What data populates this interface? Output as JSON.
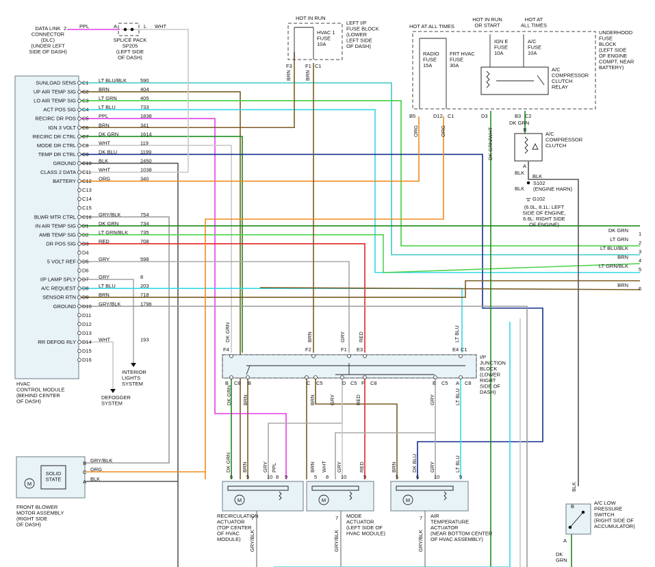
{
  "colors": {
    "lt_blu_blk": "#3ec7c7",
    "brn": "#7a5a22",
    "lt_grn": "#3fcf3f",
    "lt_blu": "#35d6e8",
    "ppl": "#e43ce6",
    "dk_grn": "#1a8a1a",
    "wht": "#c8c8c8",
    "dk_blu": "#112d8a",
    "blk": "#555555",
    "org": "#f08a1c",
    "gry": "#a8a8a8",
    "gry_blk": "#9a9a9a",
    "red": "#e22222",
    "lt_grn_blk": "#4ed24e"
  },
  "top": {
    "dlc": [
      "DATA LINK",
      "CONNECTOR",
      "(DLC)",
      "(UNDER LEFT",
      "SIDE OF DASH)"
    ],
    "dlc_pin": "2",
    "dlc_wire": "PPL",
    "splice_pack": [
      "SPLICE PACK",
      "SP205",
      "(LEFT SIDE",
      "OF DASH)"
    ],
    "splice_a": "A",
    "splice_l": "L",
    "splice_wire": "WHT",
    "hot_in_run": "HOT IN RUN",
    "hvac_fuse": [
      "HVAC 1",
      "FUSE",
      "10A"
    ],
    "left_ip_fuse": [
      "LEFT I/P",
      "FUSE BLOCK",
      "(LOWER",
      "LEFT SIDE",
      "OF DASH)"
    ],
    "f3": "F3",
    "f1": "F1",
    "c1": "C1",
    "hot_all_times": "HOT AT ALL TIMES",
    "hot_run_start": [
      "HOT IN RUN",
      "OR START"
    ],
    "hot_at_all": [
      "HOT AT",
      "ALL TIMES"
    ],
    "radio_fuse": [
      "RADIO",
      "FUSE",
      "15A"
    ],
    "frt_hvac_fuse": [
      "FRT HVAC",
      "FUSE",
      "30A"
    ],
    "ign_e_fuse": [
      "IGN E",
      "FUSE",
      "10A"
    ],
    "ac_fuse": [
      "A/C",
      "FUSE",
      "10A"
    ],
    "underhood": [
      "UNDERHOOD",
      "FUSE",
      "BLOCK",
      "(LEFT SIDE",
      "OF ENGINE",
      "COMPT, NEAR",
      "BATTERY)"
    ],
    "ac_relay": [
      "A/C",
      "COMPRESSOR",
      "CLUTCH",
      "RELAY"
    ],
    "b5": "B5",
    "d12": "D12",
    "d3": "D3",
    "b3": "B3",
    "ac_clutch": [
      "A/C",
      "COMPRESSOR",
      "CLUTCH"
    ],
    "dk_grn_wht": "DK GRN/WHT",
    "dk_grn": "DK GRN",
    "org": "ORG",
    "brn": "BRN",
    "b": "B",
    "a": "A",
    "blk": "BLK",
    "s102": [
      "S102",
      "(ENGINE HARN)"
    ],
    "g102": "G102",
    "g102_note": [
      "(6.0L, 8.1L: LEFT",
      "SIDE OF ENGINE,",
      "6.6L: RIGHT SIDE",
      "OF ENGINE)"
    ]
  },
  "module": {
    "title": [
      "HVAC",
      "CONTROL MODULE",
      "(BEHIND CENTER",
      "OF DASH)"
    ],
    "rows": [
      {
        "label": "SUNLOAD SENS",
        "pin": "C1",
        "wire": "LT BLU/BLK",
        "circuit": "590"
      },
      {
        "label": "UP AIR TEMP SIG",
        "pin": "C2",
        "wire": "BRN",
        "circuit": "404"
      },
      {
        "label": "LO AIR TEMP SIG",
        "pin": "C3",
        "wire": "LT GRN",
        "circuit": "405"
      },
      {
        "label": "ACT POS SIG",
        "pin": "C4",
        "wire": "LT BLU",
        "circuit": "733"
      },
      {
        "label": "RECIRC DR POS",
        "pin": "C5",
        "wire": "PPL",
        "circuit": "1838"
      },
      {
        "label": "IGN 3 VOLT",
        "pin": "C6",
        "wire": "BRN",
        "circuit": "341"
      },
      {
        "label": "RECIRC DR CTRL",
        "pin": "C7",
        "wire": "DK GRN",
        "circuit": "1614"
      },
      {
        "label": "MODE DR CTRL",
        "pin": "C8",
        "wire": "WHT",
        "circuit": "119"
      },
      {
        "label": "TEMP DR CTRL",
        "pin": "C9",
        "wire": "DK BLU",
        "circuit": "1199"
      },
      {
        "label": "GROUND",
        "pin": "C10",
        "wire": "BLK",
        "circuit": "2450"
      },
      {
        "label": "CLASS 2 DATA",
        "pin": "C11",
        "wire": "WHT",
        "circuit": "1038"
      },
      {
        "label": "BATTERY",
        "pin": "C12",
        "wire": "ORG",
        "circuit": "340"
      },
      {
        "label": "",
        "pin": "C13",
        "wire": "",
        "circuit": ""
      },
      {
        "label": "",
        "pin": "C14",
        "wire": "",
        "circuit": ""
      },
      {
        "label": "",
        "pin": "C15",
        "wire": "",
        "circuit": ""
      },
      {
        "label": "BLWR MTR CTRL",
        "pin": "C16",
        "wire": "GRY/BLK",
        "circuit": "754"
      },
      {
        "label": "IN AIR TEMP SIG",
        "pin": "D1",
        "wire": "DK GRN",
        "circuit": "734"
      },
      {
        "label": "AMB TEMP SIG",
        "pin": "D2",
        "wire": "LT GRN/BLK",
        "circuit": "735"
      },
      {
        "label": "DR POS SIG",
        "pin": "D3",
        "wire": "RED",
        "circuit": "708"
      },
      {
        "label": "",
        "pin": "D4",
        "wire": "",
        "circuit": ""
      },
      {
        "label": "5 VOLT REF",
        "pin": "D5",
        "wire": "GRY",
        "circuit": "598"
      },
      {
        "label": "",
        "pin": "D6",
        "wire": "",
        "circuit": ""
      },
      {
        "label": "I/P LAMP SPLY",
        "pin": "D7",
        "wire": "GRY",
        "circuit": "8"
      },
      {
        "label": "A/C REQUEST",
        "pin": "D8",
        "wire": "LT BLU",
        "circuit": "203"
      },
      {
        "label": "SENSOR RTN",
        "pin": "D9",
        "wire": "BRN",
        "circuit": "718"
      },
      {
        "label": "GROUND",
        "pin": "D10",
        "wire": "GRY/BLK",
        "circuit": "1796"
      },
      {
        "label": "",
        "pin": "D11",
        "wire": "",
        "circuit": ""
      },
      {
        "label": "",
        "pin": "D12",
        "wire": "",
        "circuit": ""
      },
      {
        "label": "",
        "pin": "D13",
        "wire": "",
        "circuit": ""
      },
      {
        "label": "RR DEFOG RLY",
        "pin": "D14",
        "wire": "WHT",
        "circuit": "193"
      },
      {
        "label": "",
        "pin": "D15",
        "wire": "",
        "circuit": ""
      },
      {
        "label": "",
        "pin": "D16",
        "wire": "",
        "circuit": ""
      }
    ]
  },
  "right_labels": [
    {
      "wire": "DK GRN",
      "num": "1"
    },
    {
      "wire": "LT GRN",
      "num": "2"
    },
    {
      "wire": "LT BLU/BLK",
      "num": "3"
    },
    {
      "wire": "BRN",
      "num": "4"
    },
    {
      "wire": "LT GRN/BLK",
      "num": "5"
    },
    {
      "wire": "BRN",
      "num": "6"
    }
  ],
  "mid": {
    "interior_lights": [
      "INTERIOR",
      "LIGHTS",
      "SYSTEM"
    ],
    "defogger": [
      "DEFOGGER",
      "SYSTEM"
    ],
    "ip_junction": [
      "I/P",
      "JUNCTION",
      "BLOCK",
      "(LOWER",
      "RIGHT",
      "SIDE OF",
      "DASH)"
    ],
    "top_pins": [
      "F4",
      "F2",
      "F1",
      "E3",
      "E4",
      "C1"
    ],
    "top_wires": [
      "DK GRN",
      "BRN",
      "GRY",
      "RED",
      "LT BLU"
    ],
    "bot_pins": [
      "B",
      "C8",
      "B",
      "C",
      "C5",
      "D",
      "C5",
      "F",
      "C8",
      "E",
      "C5",
      "A",
      "C8"
    ],
    "bot_wires": [
      "DK GRN",
      "BRN",
      "BRN",
      "GRY",
      "RED",
      "GRY",
      "LT BLU"
    ]
  },
  "blower": {
    "title": [
      "FRONT BLOWER",
      "MOTOR ASSEMBLY",
      "(RIGHT SIDE",
      "OF DASH)"
    ],
    "solid_state": [
      "SOLID",
      "STATE"
    ],
    "pins": [
      {
        "pin": "B",
        "wire": "GRY/BLK"
      },
      {
        "pin": "C",
        "wire": "ORG"
      },
      {
        "pin": "A",
        "wire": "BLK"
      }
    ],
    "motor": "M"
  },
  "actuators": [
    {
      "title": [
        "RECIRCULATION",
        "ACTUATOR",
        "(TOP CENTER",
        "OF HVAC",
        "MODULE)"
      ],
      "pins": [
        "6",
        "5",
        "10",
        "8",
        "9"
      ],
      "wires": [
        "DK GRN",
        "BRN",
        "GRY",
        "PPL"
      ],
      "ground_pin": "7",
      "ground_wire": "GRY/BLK",
      "motor": "M"
    },
    {
      "title": [
        "MODE",
        "ACTUATOR",
        "(LEFT SIDE OF",
        "HVAC MODULE)"
      ],
      "pins": [
        "5",
        "8",
        "10",
        "9"
      ],
      "wires": [
        "BRN",
        "WHT",
        "GRY",
        "RED"
      ],
      "ground_pin": "7",
      "ground_wire": "GRY/BLK",
      "motor": "M"
    },
    {
      "title": [
        "AIR",
        "TEMPERATURE",
        "ACTUATOR",
        "(NEAR BOTTOM CENTER",
        "OF HVAC ASSEMBLY)"
      ],
      "pins": [
        "5",
        "6",
        "10",
        "9"
      ],
      "wires": [
        "BRN",
        "DK BLU",
        "GRY",
        "LT BLU"
      ],
      "ground_pin": "7",
      "ground_wire": "GRY/BLK",
      "motor": "M"
    }
  ],
  "pressure_switch": {
    "title": [
      "A/C LOW",
      "PRESSURE",
      "SWITCH",
      "(RIGHT SIDE OF",
      "ACCUMULATOR)"
    ],
    "b": "B",
    "a": "A",
    "top_wire": "BLK",
    "bottom_wire": [
      "DK",
      "GRN"
    ]
  }
}
